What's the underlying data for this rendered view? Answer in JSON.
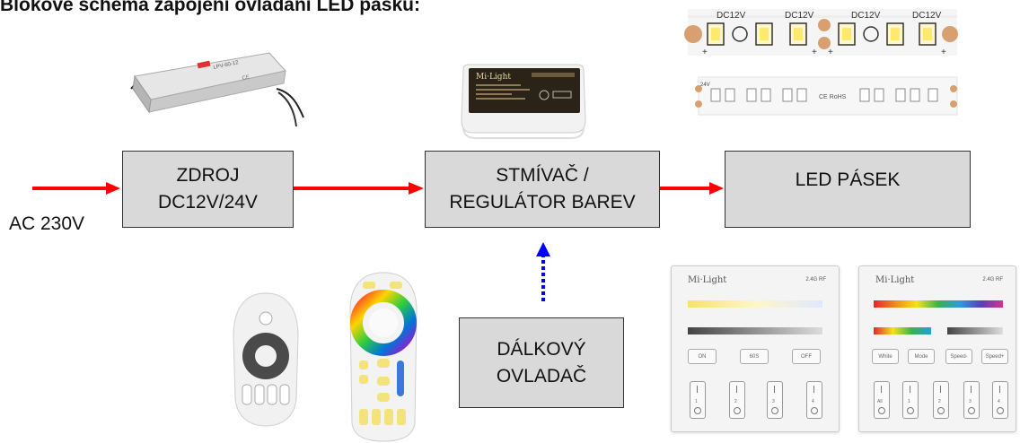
{
  "title": "Blokové schéma zapojení ovládání LED pásku:",
  "input_label": "AC 230V",
  "blocks": {
    "power_supply": {
      "line1": "ZDROJ",
      "line2": "DC12V/24V"
    },
    "dimmer": {
      "line1": "STMÍVAČ /",
      "line2": "REGULÁTOR BAREV"
    },
    "led_strip": {
      "line1": "LED PÁSEK"
    },
    "remote": {
      "line1": "DÁLKOVÝ",
      "line2": "OVLADAČ"
    }
  },
  "photos": {
    "psu_model": "LPV-60-12",
    "dimmer_brand": "Mi·Light",
    "strip_top_voltage": "DC12V",
    "strip_bottom_voltage": "24V",
    "panel_brand": "Mi·Light",
    "panel_rf": "2.4G RF",
    "panel1_buttons": [
      "ON",
      "60S",
      "OFF"
    ],
    "panel2_buttons": [
      "White",
      "Mode",
      "Speed-",
      "Speed+"
    ],
    "panel1_channels": [
      "1",
      "2",
      "3",
      "4"
    ],
    "panel2_channels": [
      "All",
      "1",
      "2",
      "3",
      "4"
    ]
  },
  "colors": {
    "power_arrow": "#ff0000",
    "signal_arrow": "#0000ff",
    "block_fill": "#d9d9d9"
  }
}
